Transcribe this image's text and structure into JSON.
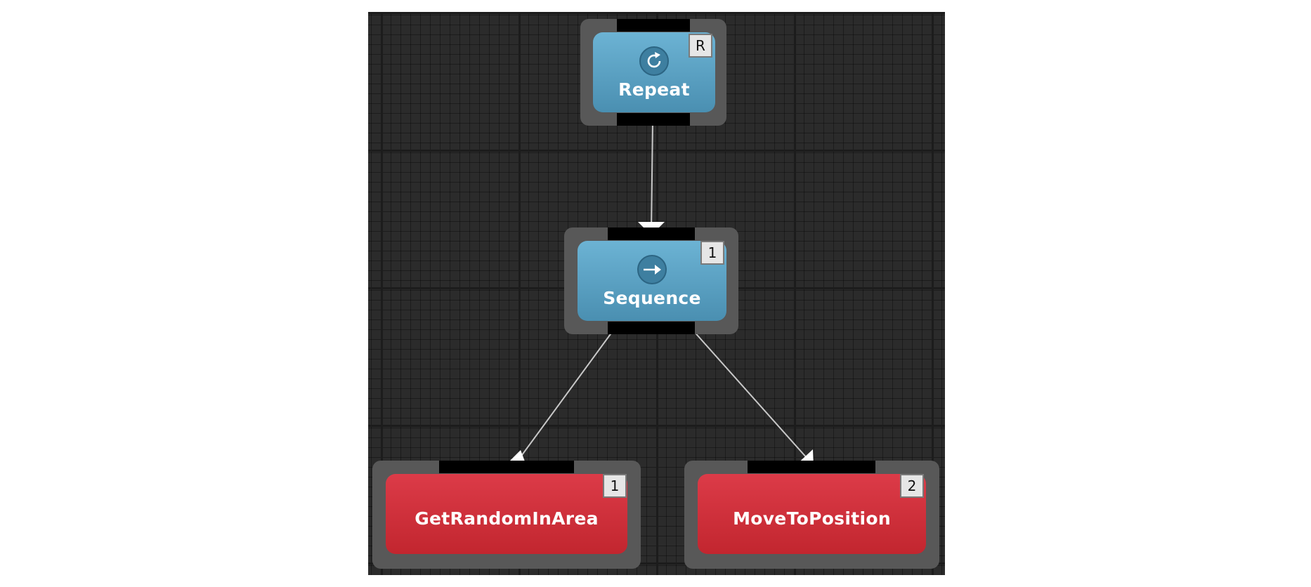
{
  "canvas": {
    "background": "#2b2b2b",
    "edge_color": "#c8c8c8"
  },
  "nodes": {
    "repeat": {
      "label": "Repeat",
      "badge": "R",
      "icon": "repeat-icon",
      "kind": "composite"
    },
    "sequence": {
      "label": "Sequence",
      "badge": "1",
      "icon": "arrow-right-icon",
      "kind": "composite"
    },
    "get_random": {
      "label": "GetRandomInArea",
      "badge": "1",
      "kind": "action"
    },
    "move_to": {
      "label": "MoveToPosition",
      "badge": "2",
      "kind": "action"
    }
  },
  "edges": [
    {
      "from": "repeat",
      "to": "sequence"
    },
    {
      "from": "sequence",
      "to": "get_random"
    },
    {
      "from": "sequence",
      "to": "move_to"
    }
  ],
  "colors": {
    "composite_top": "#6cb3d4",
    "composite_bottom": "#4a8fb1",
    "action_top": "#dc3b48",
    "action_bottom": "#c2262f",
    "node_frame": "#585858",
    "port": "#000000"
  }
}
